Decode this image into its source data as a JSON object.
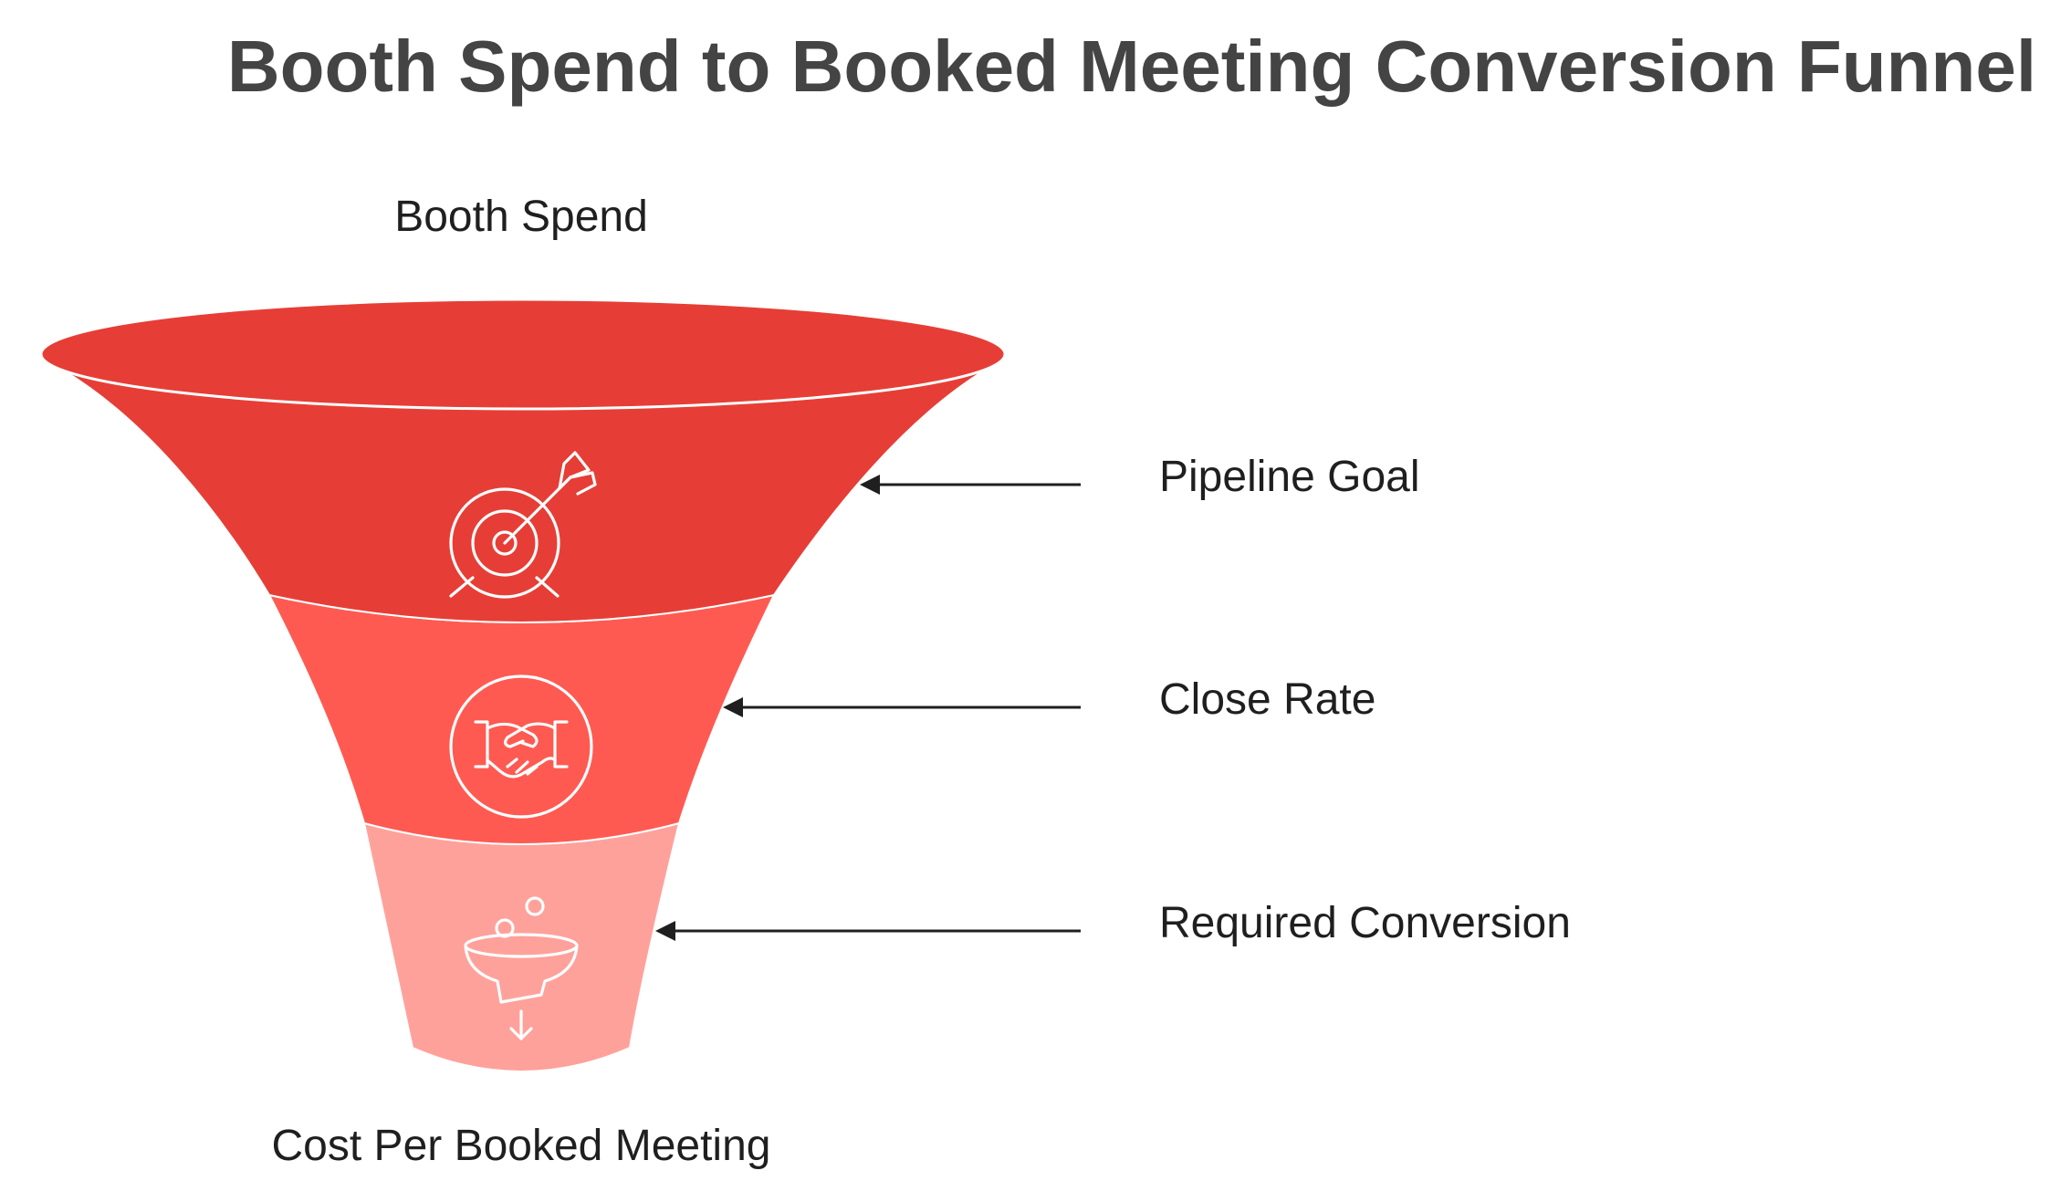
{
  "title": "Booth Spend to Booked Meeting Conversion Funnel",
  "top_label": "Booth Spend",
  "bottom_label": "Cost Per Booked Meeting",
  "stages": [
    {
      "label": "Pipeline Goal",
      "icon": "target-icon",
      "color": "#e63e36"
    },
    {
      "label": "Close Rate",
      "icon": "handshake-icon",
      "color": "#ff5a52"
    },
    {
      "label": "Required Conversion",
      "icon": "conversion-funnel-icon",
      "color": "#ffa19b"
    }
  ],
  "colors": {
    "rim": "#e63e36",
    "title": "#444444",
    "text": "#1f1f1f"
  }
}
